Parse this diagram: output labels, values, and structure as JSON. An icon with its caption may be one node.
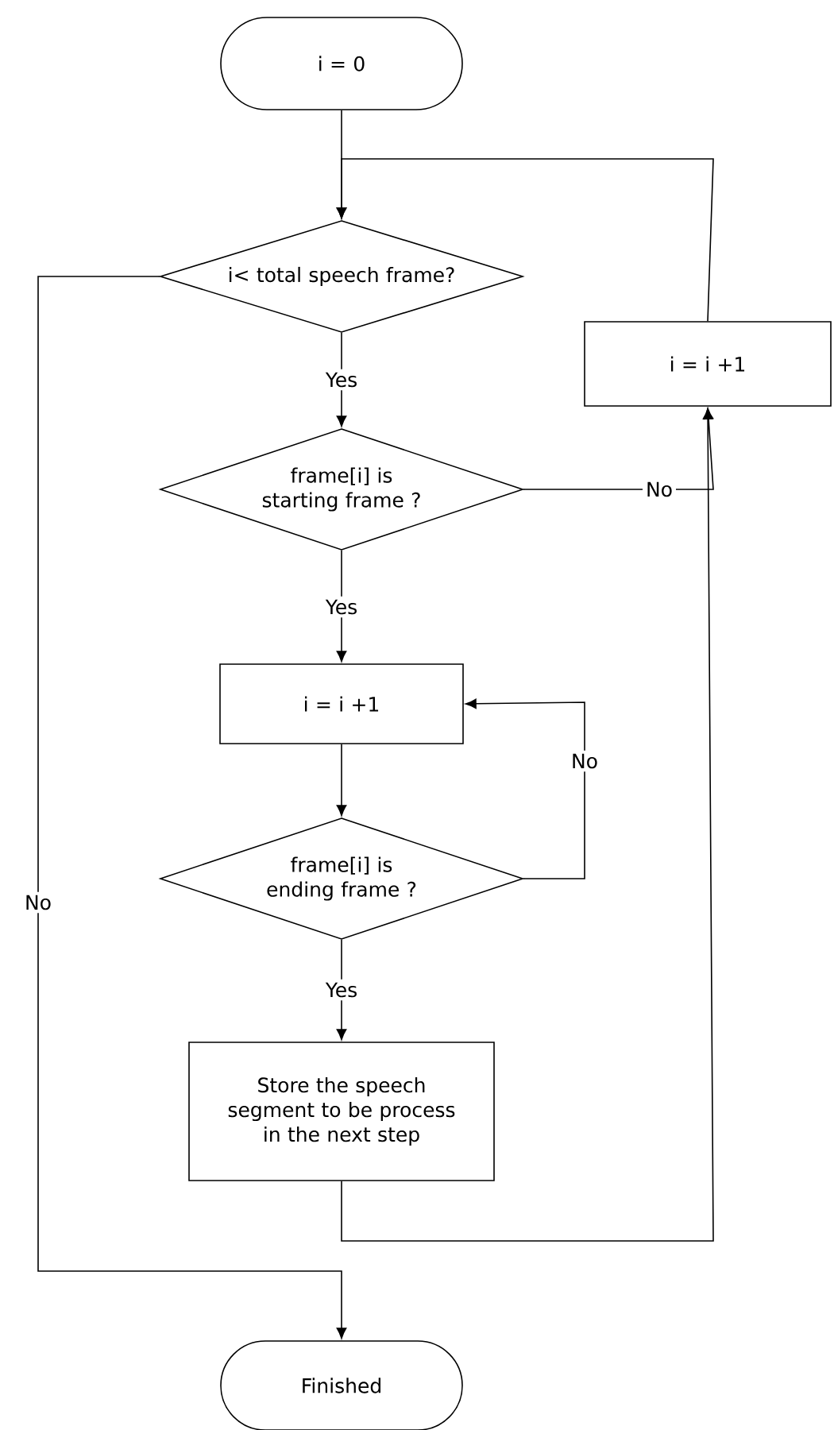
{
  "diagram": {
    "nodes": [
      {
        "text": [
          "i = 0"
        ]
      },
      {
        "text": [
          "i< total speech frame?"
        ]
      },
      {
        "text": [
          "frame[i] is starting frame ?"
        ]
      },
      {
        "text": [
          "i = i +1"
        ]
      },
      {
        "text": [
          "i = i +1"
        ]
      },
      {
        "text": [
          "frame[i] is ending frame ?"
        ]
      },
      {
        "text": [
          "Store the speech segment to be process in the next step"
        ]
      },
      {
        "text": [
          "Finished"
        ]
      }
    ],
    "edges": [
      {
        "from": 0,
        "to": 1,
        "arrow": "to"
      },
      {
        "from": 1,
        "to": 2,
        "arrow": "to",
        "label": "Yes"
      },
      {
        "from": 1,
        "to": 7,
        "arrow": "to",
        "label": "No"
      },
      {
        "from": 2,
        "to": 4,
        "arrow": "to",
        "label": "Yes"
      },
      {
        "from": 2,
        "to": 3,
        "arrow": "to",
        "label": "No"
      },
      {
        "from": 3,
        "to": 1,
        "arrow": "to"
      },
      {
        "from": 4,
        "to": 5,
        "arrow": "to"
      },
      {
        "from": 5,
        "to": 4,
        "arrow": "to",
        "label": "No"
      },
      {
        "from": 5,
        "to": 6,
        "arrow": "to",
        "label": "Yes"
      },
      {
        "from": 6,
        "to": 3,
        "arrow": "to"
      }
    ]
  }
}
